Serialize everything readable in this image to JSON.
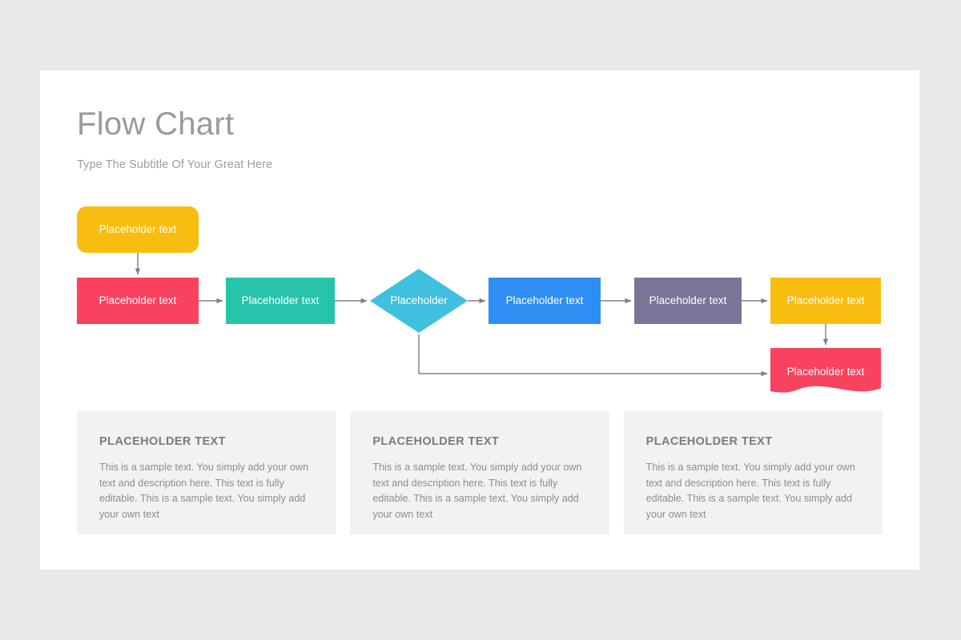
{
  "page": {
    "background_color": "#e8e8e8",
    "slide_background": "#ffffff"
  },
  "header": {
    "title": "Flow Chart",
    "subtitle": "Type The Subtitle Of Your Great Here",
    "title_color": "#9a9a9a",
    "subtitle_color": "#9e9e9e"
  },
  "flow": {
    "connector_color": "#808080",
    "nodes": [
      {
        "id": "start",
        "label": "Placeholder text",
        "shape": "rounded-rectangle",
        "color": "#F9BD12"
      },
      {
        "id": "step-a",
        "label": "Placeholder text",
        "shape": "rectangle",
        "color": "#F9425F"
      },
      {
        "id": "step-b",
        "label": "Placeholder text",
        "shape": "rectangle",
        "color": "#27C4A9"
      },
      {
        "id": "decision",
        "label": "Placeholder",
        "shape": "diamond",
        "color": "#3FC0DE"
      },
      {
        "id": "step-d",
        "label": "Placeholder text",
        "shape": "rectangle",
        "color": "#2F8EF4"
      },
      {
        "id": "step-e",
        "label": "Placeholder text",
        "shape": "rectangle",
        "color": "#7D7499"
      },
      {
        "id": "step-f",
        "label": "Placeholder text",
        "shape": "rectangle",
        "color": "#F9BD12"
      },
      {
        "id": "document",
        "label": "Placeholder text",
        "shape": "document",
        "color": "#F9425F"
      }
    ]
  },
  "cards": [
    {
      "title": "PLACEHOLDER TEXT",
      "body": "This is a sample text. You simply add your own text and description here. This text is fully editable. This is a sample text. You simply add your own text"
    },
    {
      "title": "PLACEHOLDER TEXT",
      "body": "This is a sample text. You simply add your own text and description here. This text is fully editable. This is a sample text. You simply add your own text"
    },
    {
      "title": "PLACEHOLDER TEXT",
      "body": "This is a sample text. You simply add your own text and description here. This text is fully editable. This is a sample text. You simply add your own text"
    }
  ]
}
